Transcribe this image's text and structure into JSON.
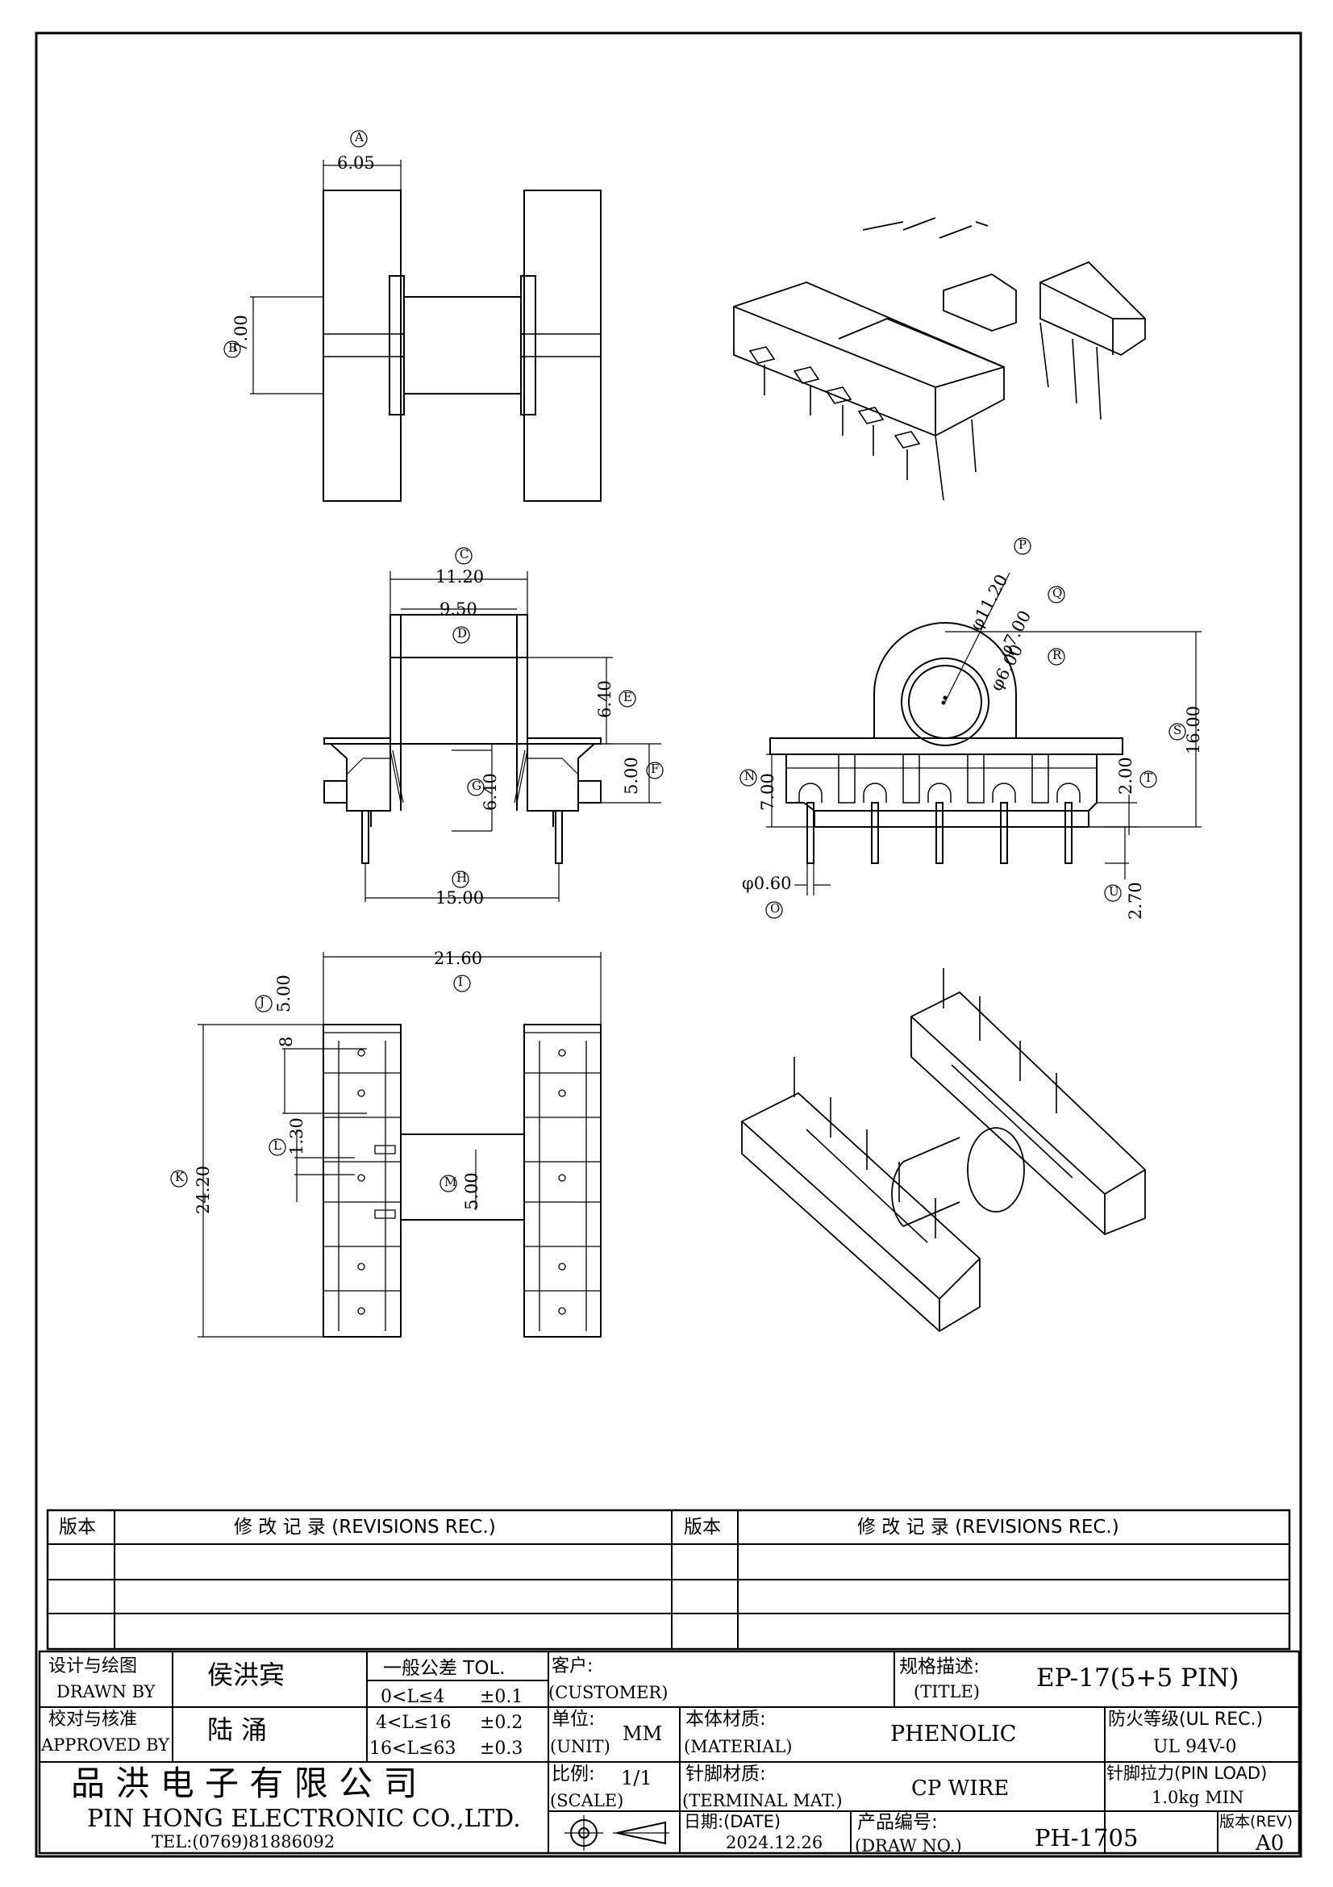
{
  "dimensions": {
    "a_val": "6.05",
    "a_tag": "A",
    "b_val": "7.00",
    "b_tag": "B",
    "c_val": "11.20",
    "c_tag": "C",
    "d_val": "9.50",
    "d_tag": "D",
    "e_val": "6.40",
    "e_tag": "E",
    "f_val": "5.00",
    "f_tag": "F",
    "g_val": "6.40",
    "g_tag": "G",
    "h_val": "15.00",
    "h_tag": "H",
    "i_val": "21.60",
    "i_tag": "I",
    "j_val": "5.00",
    "j_tag": "J",
    "j2_val": "8",
    "k_val": "24.20",
    "k_tag": "K",
    "l_val": "1.30",
    "l_tag": "L",
    "m_val": "5.00",
    "m_tag": "M",
    "n_val": "7.00",
    "n_tag": "N",
    "o_val": "φ0.60",
    "o_tag": "O",
    "p_val": "φ11.20",
    "p_tag": "P",
    "q_val": "φ7.00",
    "q_tag": "Q",
    "r_val": "φ6.00",
    "r_tag": "R",
    "s_val": "16.00",
    "s_tag": "S",
    "t_val": "2.00",
    "t_tag": "T",
    "u_val": "2.70",
    "u_tag": "U"
  },
  "revisions": {
    "left_version_header": "版本",
    "left_records_header": "修 改 记 录  (REVISIONS REC.)",
    "right_version_header": "版本",
    "right_records_header": "修 改 记 录  (REVISIONS REC.)"
  },
  "title_block": {
    "drawn_by_label": "设计与绘图",
    "drawn_by_label_en": "DRAWN BY",
    "drawn_by_name": "侯洪宾",
    "approved_by_label": "校对与核准",
    "approved_by_label_en": "APPROVED BY",
    "approved_by_name": "陆 涌",
    "tolerance_label": "一般公差 TOL.",
    "tol_range_1": "0<L≤4",
    "tol_value_1": "±0.1",
    "tol_range_2": "4<L≤16",
    "tol_value_2": "±0.2",
    "tol_range_3": "16<L≤63",
    "tol_value_3": "±0.3",
    "customer_label": "客户:",
    "customer_label_en": "(CUSTOMER)",
    "title_label": "规格描述:",
    "title_label_en": "(TITLE)",
    "title_value": "EP-17(5+5 PIN)",
    "unit_label": "单位:",
    "unit_label_en": "(UNIT)",
    "unit_value": "MM",
    "material_label": "本体材质:",
    "material_label_en": "(MATERIAL)",
    "material_value": "PHENOLIC",
    "ul_label": "防火等级(UL REC.)",
    "ul_value": "UL 94V-0",
    "scale_label": "比例:",
    "scale_label_en": "(SCALE)",
    "scale_value": "1/1",
    "terminal_label": "针脚材质:",
    "terminal_label_en": "(TERMINAL MAT.)",
    "terminal_value": "CP WIRE",
    "pin_load_label": "针脚拉力(PIN LOAD)",
    "pin_load_value": "1.0kg MIN",
    "company_cn": "品 洪 电 子 有 限 公 司",
    "company_en": "PIN HONG ELECTRONIC CO.,LTD.",
    "company_tel": "TEL:(0769)81886092",
    "date_label": "日期:(DATE)",
    "date_value": "2024.12.26",
    "draw_no_label": "产品编号:",
    "draw_no_label_en": "(DRAW NO.)",
    "draw_no_value": "PH-1705",
    "rev_label": "版本(REV)",
    "rev_value": "A0"
  }
}
